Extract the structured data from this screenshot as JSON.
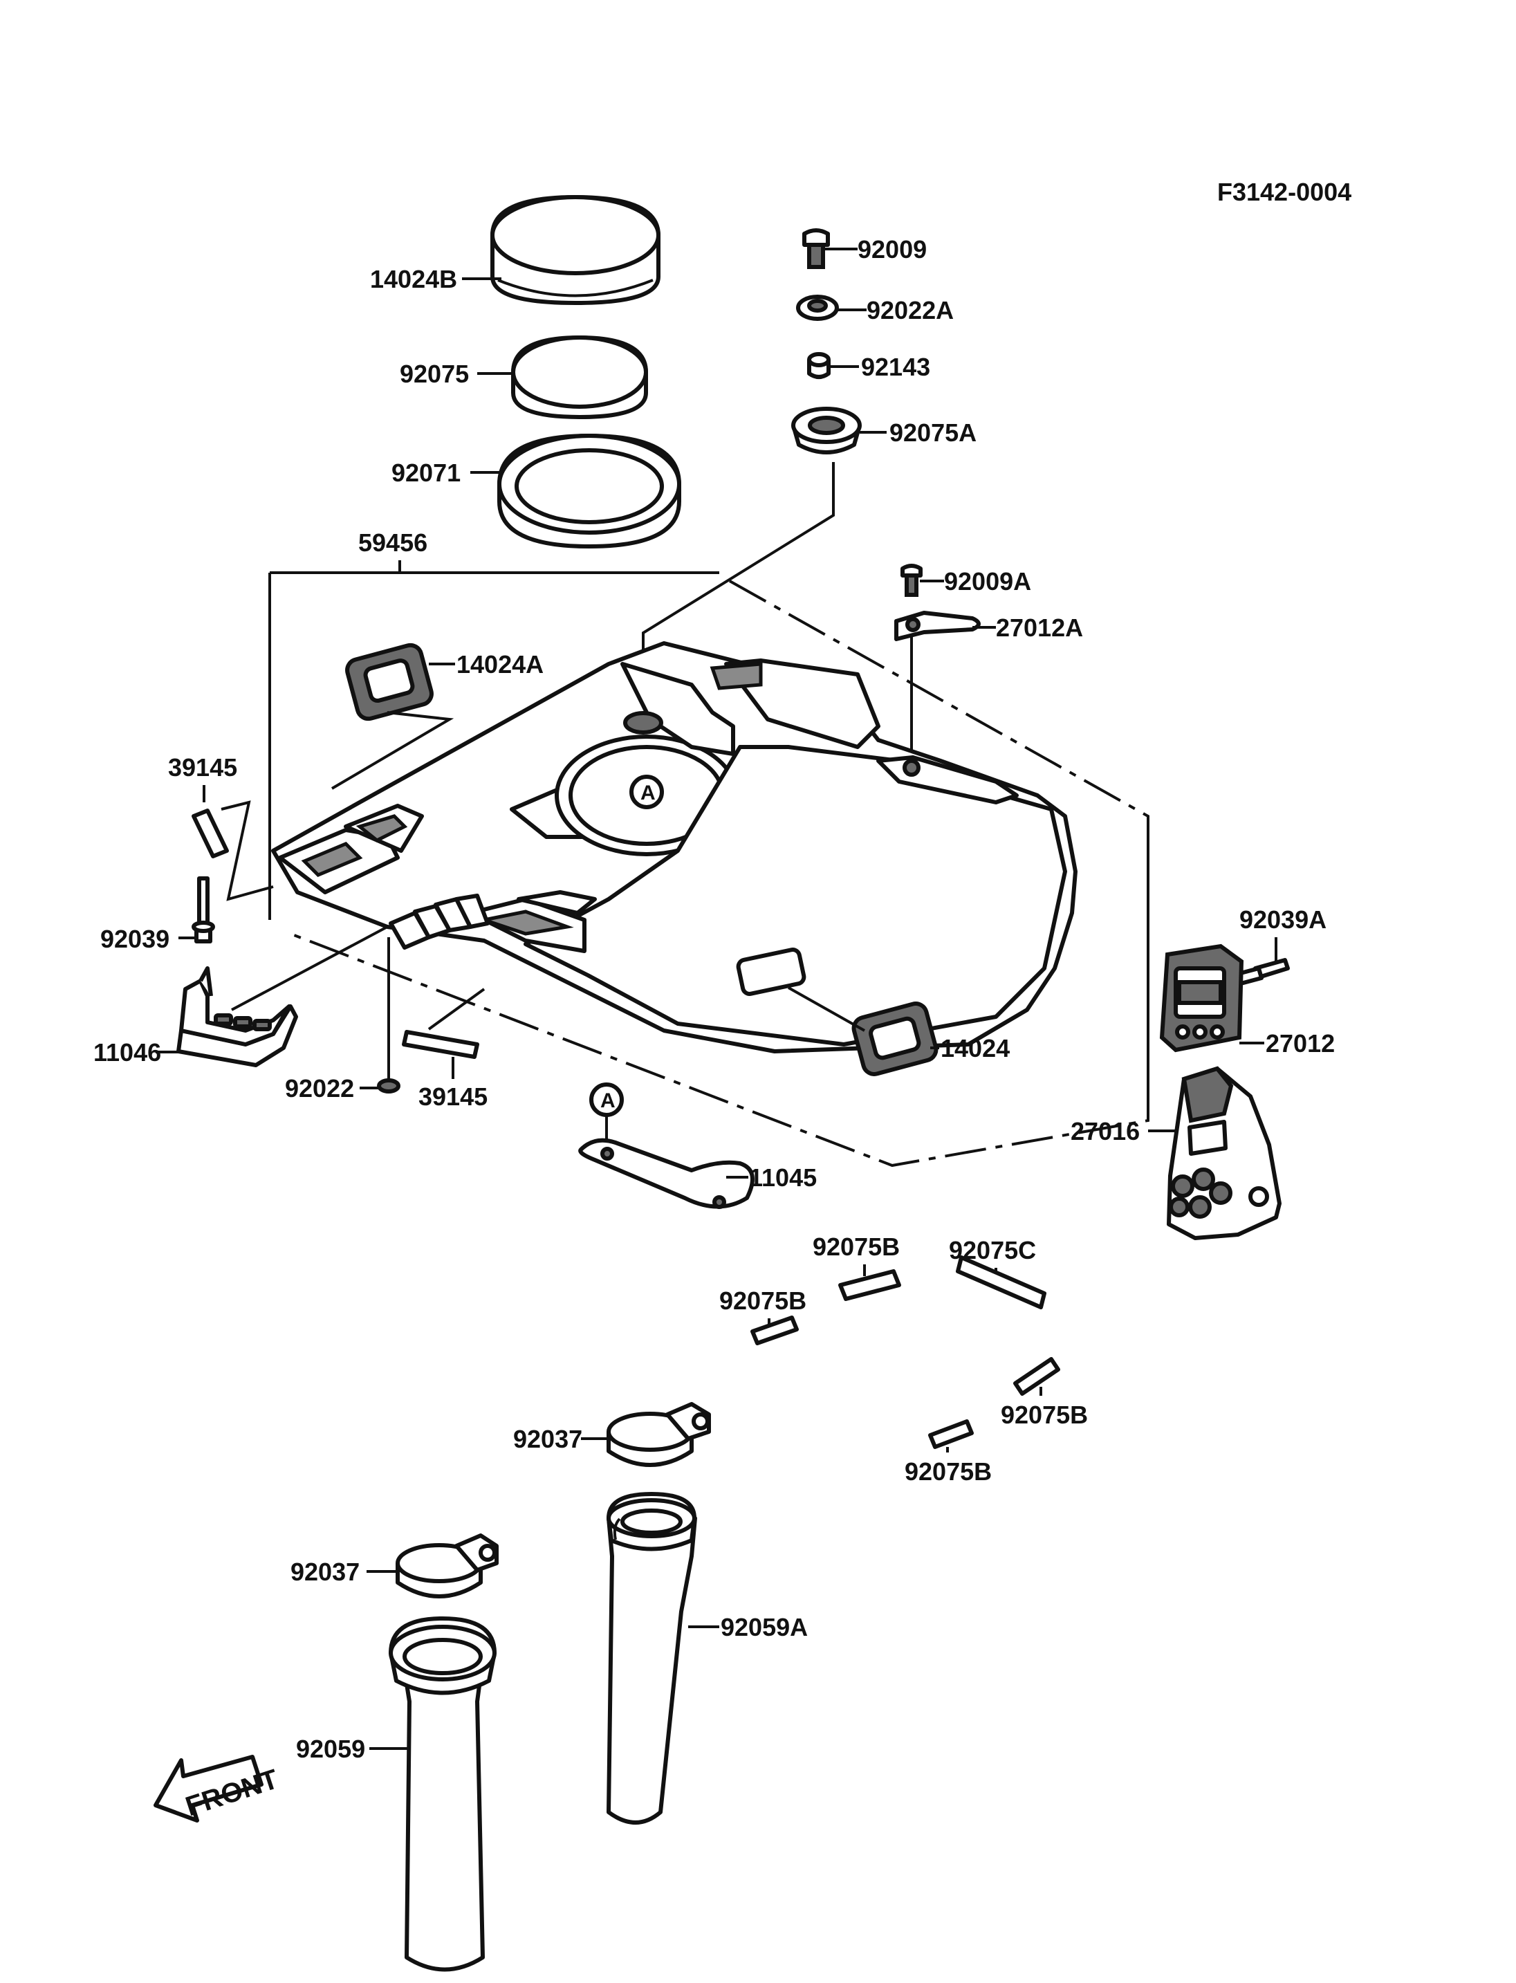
{
  "reference_code": "F3142-0004",
  "front_label": "FRONT",
  "ref_marker": "A",
  "labels": {
    "p14024B": "14024B",
    "p92075": "92075",
    "p92071": "92071",
    "p59456": "59456",
    "p14024A": "14024A",
    "p39145_top": "39145",
    "p92039": "92039",
    "p11046": "11046",
    "p92022": "92022",
    "p39145_bottom": "39145",
    "p92009": "92009",
    "p92022A": "92022A",
    "p92143": "92143",
    "p92075A": "92075A",
    "p92009A": "92009A",
    "p27012A": "27012A",
    "p92039A": "92039A",
    "p27012": "27012",
    "p27016": "27016",
    "p14024": "14024",
    "p11045": "11045",
    "p92075B_1": "92075B",
    "p92075C": "92075C",
    "p92075B_2": "92075B",
    "p92075B_3": "92075B",
    "p92075B_4": "92075B",
    "p92037_1": "92037",
    "p92037_2": "92037",
    "p92059A": "92059A",
    "p92059": "92059"
  }
}
